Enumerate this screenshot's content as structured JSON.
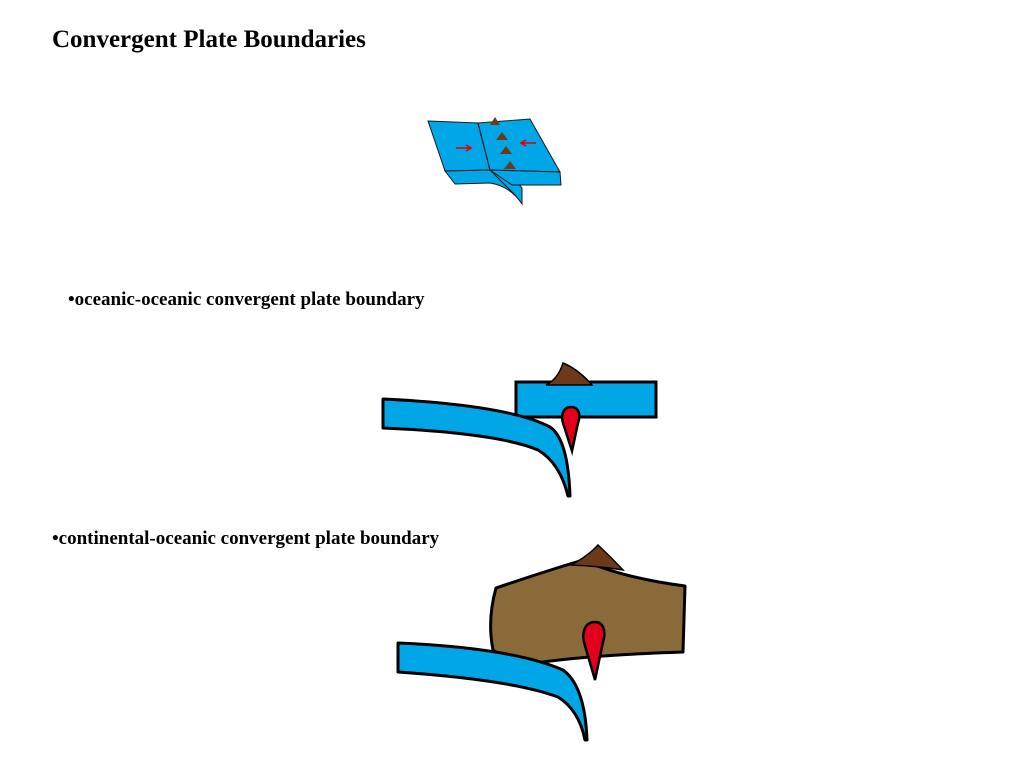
{
  "slide": {
    "title": "Convergent Plate Boundaries"
  },
  "bullets": [
    "•oceanic-oceanic convergent plate boundary",
    "•continental-oceanic convergent plate boundary"
  ],
  "colors": {
    "ocean_plate": "#00a6e6",
    "continental_plate": "#8b6a3a",
    "volcano": "#6b3a1a",
    "magma": "#e2001a",
    "arrow": "#e00000",
    "outline": "#000000"
  }
}
